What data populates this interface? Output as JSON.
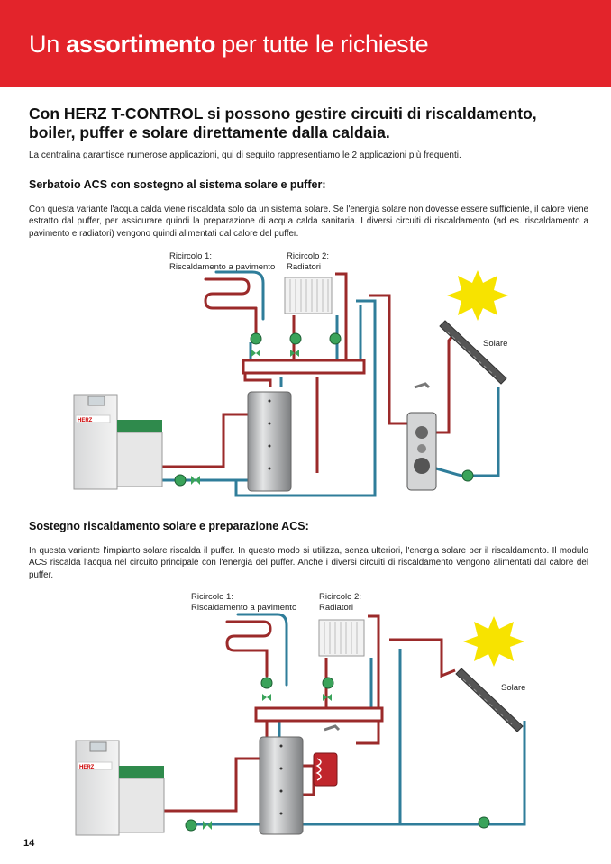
{
  "header": {
    "title_pre": "Un",
    "title_bold": "assortimento",
    "title_post": "per tutte le richieste",
    "color": "#e3242b"
  },
  "headline": "Con HERZ T-CONTROL si possono gestire circuiti di riscaldamento, boiler, puffer e solare direttamente dalla caldaia.",
  "intro": "La centralina garantisce numerose applicazioni, qui di seguito rappresentiamo le 2 applicazioni più frequenti.",
  "section1": {
    "title": "Serbatoio ACS con sostegno al sistema solare e puffer:",
    "text": "Con questa variante l'acqua calda viene riscaldata solo da un sistema solare. Se l'energia solare non dovesse essere sufficiente, il calore viene estratto dal puffer, per assicurare quindi la preparazione di acqua calda sanitaria. I diversi circuiti di riscaldamento (ad es. riscaldamento a pavimento e radiatori) vengono quindi alimentati dal calore del puffer.",
    "diagram": {
      "label1_line1": "Ricircolo 1:",
      "label1_line2": "Riscaldamento a pavimento",
      "label2_line1": "Ricircolo 2:",
      "label2_line2": "Radiatori",
      "solar_label": "Solare",
      "boiler_brand": "HERZ"
    }
  },
  "section2": {
    "title": "Sostegno riscaldamento solare e preparazione ACS:",
    "text": "In questa variante l'impianto solare riscalda il puffer. In questo modo si utilizza, senza ulteriori, l'energia solare per il riscaldamento. Il modulo ACS riscalda l'acqua nel circuito principale con l'energia del puffer. Anche i diversi circuiti di riscaldamento vengono alimentati dal calore del puffer.",
    "diagram": {
      "label1_line1": "Ricircolo 1:",
      "label1_line2": "Riscaldamento a pavimento",
      "label2_line1": "Ricircolo 2:",
      "label2_line2": "Radiatori",
      "solar_label": "Solare",
      "boiler_brand": "HERZ"
    }
  },
  "page_number": "14",
  "colors": {
    "hot_pipe": "#9b2a2a",
    "cold_pipe": "#2f7d9a",
    "pump": "#3aa35a",
    "sun": "#f7e300"
  }
}
